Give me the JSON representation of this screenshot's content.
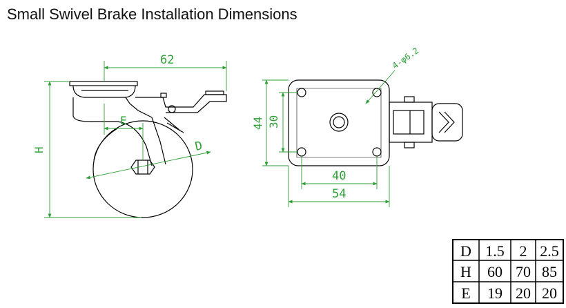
{
  "title": "Small Swivel Brake Installation Dimensions",
  "side_view": {
    "dim_width": "62",
    "dim_offset": "E",
    "dim_height": "H",
    "dim_diameter": "D"
  },
  "top_view": {
    "hole_callout": "4-φ6.2",
    "dim_outer_height": "44",
    "dim_inner_height": "30",
    "dim_hole_span": "40",
    "dim_plate_width": "54"
  },
  "size_table": {
    "rows": [
      {
        "label": "D",
        "values": [
          "1.5",
          "2",
          "2.5"
        ]
      },
      {
        "label": "H",
        "values": [
          "60",
          "70",
          "85"
        ]
      },
      {
        "label": "E",
        "values": [
          "19",
          "20",
          "20"
        ]
      }
    ]
  },
  "colors": {
    "outline": "#000000",
    "dimension": "#2e9e36",
    "title_text": "#111111"
  }
}
